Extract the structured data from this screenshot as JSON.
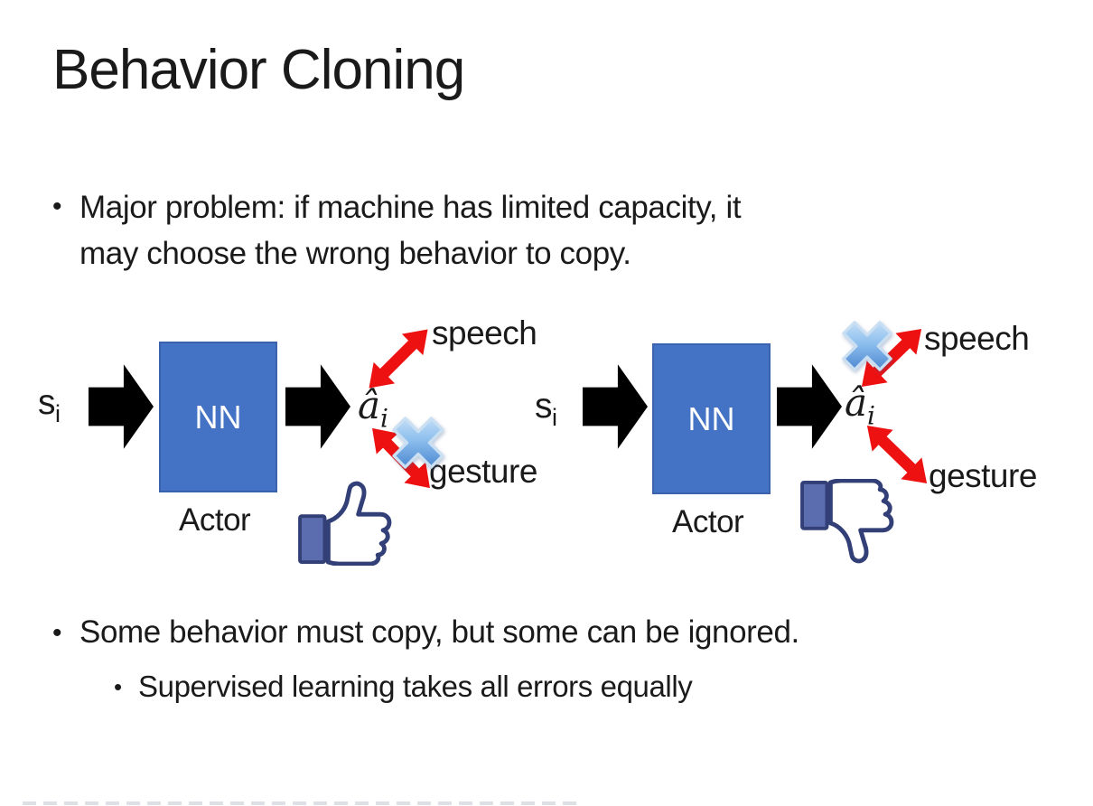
{
  "slide": {
    "title": "Behavior Cloning",
    "bullet1": {
      "marker": "•",
      "line1": "Major problem: if machine has limited capacity, it",
      "line2": "may choose the wrong behavior to copy."
    },
    "bullet2": {
      "marker": "•",
      "text": "Some behavior must copy, but some can be ignored."
    },
    "bullet2_sub": {
      "marker": "•",
      "text": "Supervised learning takes all errors equally"
    },
    "diagram_left": {
      "input_base": "s",
      "input_sub": "i",
      "nn_label": "NN",
      "actor_label": "Actor",
      "output_base": "â",
      "output_sub": "i",
      "speech_label": "speech",
      "gesture_label": "gesture",
      "cross_icon": "blue-cross-icon",
      "crossed_out_arrow": "gesture",
      "feedback_icon": "thumbs-up-icon"
    },
    "diagram_right": {
      "input_base": "s",
      "input_sub": "i",
      "nn_label": "NN",
      "actor_label": "Actor",
      "output_base": "â",
      "output_sub": "i",
      "speech_label": "speech",
      "gesture_label": "gesture",
      "cross_icon": "blue-cross-icon",
      "crossed_out_arrow": "speech",
      "feedback_icon": "thumbs-down-icon"
    },
    "colors": {
      "text": "#1a1a1a",
      "nn_box": "#4472C4",
      "nn_box_border": "#3a62ad",
      "arrow_black": "#000000",
      "arrow_red": "#ee1111",
      "cross_blue": "#4a90d9",
      "thumb_outline": "#333f77",
      "thumb_cuff": "#5b6dae"
    }
  }
}
